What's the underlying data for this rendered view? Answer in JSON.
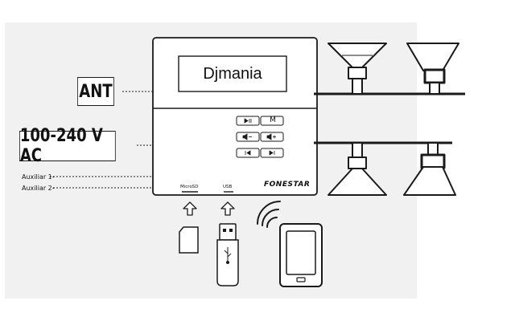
{
  "diagram": {
    "inputs": {
      "antenna_label": "ANT",
      "power_label": "100-240 V AC",
      "aux1_label": "Auxiliar 1-",
      "aux2_label": "Auxiliar 2-"
    },
    "device": {
      "display_text": "Djmania",
      "brand": "FONESTAR",
      "port_microsd_label": "MicroSD",
      "port_usb_label": "USB",
      "mode_button_label": "M"
    },
    "icons": [
      "play-pause-icon",
      "mode-button",
      "volume-down-icon",
      "volume-up-icon",
      "previous-icon",
      "next-icon",
      "microsd-card-icon",
      "usb-stick-icon",
      "bluetooth-signal-icon",
      "smartphone-icon",
      "ceiling-speaker-icon",
      "wall-speaker-icon"
    ],
    "colors": {
      "line": "#1a1a1a",
      "background_panel": "#f1f1f1"
    }
  }
}
